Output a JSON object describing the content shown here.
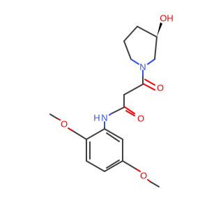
{
  "molecule": {
    "colors": {
      "carbon_bond": "#404040",
      "oxygen": "#ff0000",
      "nitrogen": "#3050f8",
      "background": "#ffffff"
    },
    "labels": {
      "hydroxyl": "OH",
      "pyrrolidine_n": "N",
      "ketone_o": "O",
      "amide_o": "O",
      "amide_nh": "N",
      "amide_h": "H",
      "methoxy_o_top": "O",
      "methoxy_o_bottom": "O"
    }
  }
}
